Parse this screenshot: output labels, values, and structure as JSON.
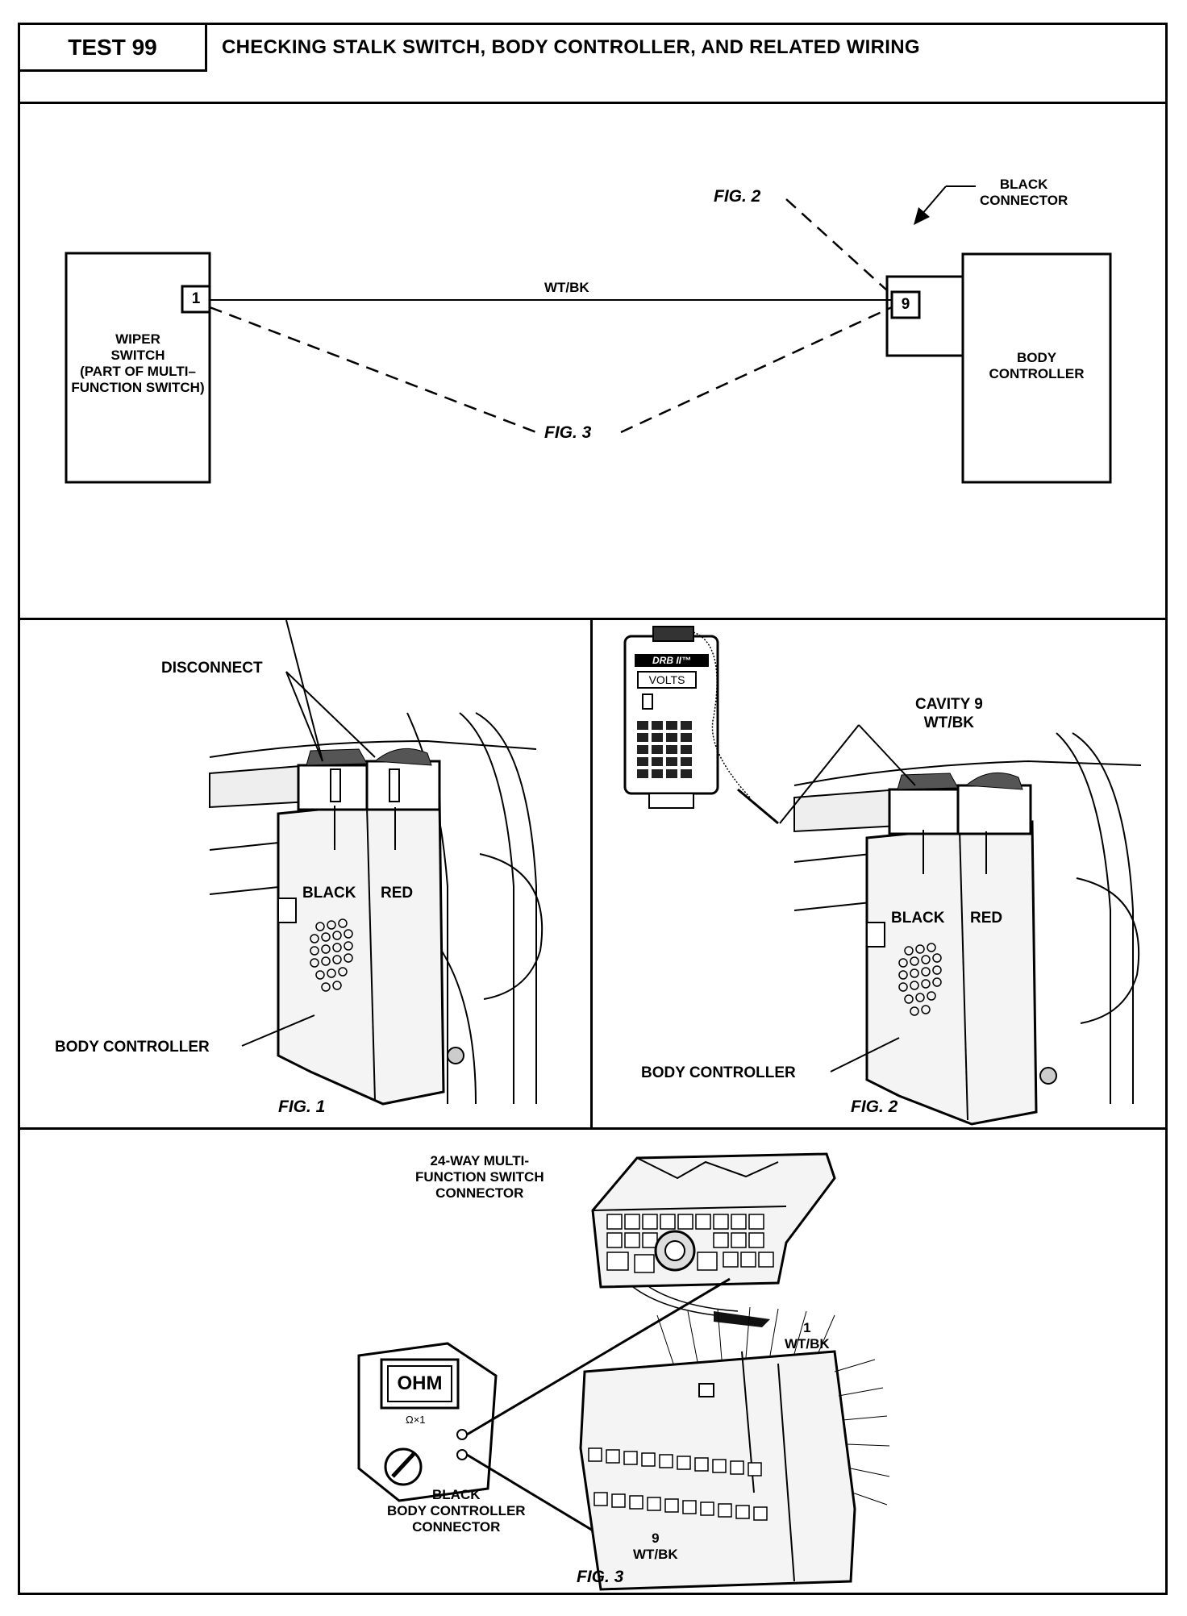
{
  "header": {
    "test_number": "TEST 99",
    "title": "CHECKING STALK SWITCH, BODY CONTROLLER, AND RELATED WIRING"
  },
  "schematic": {
    "wiper_switch_label": "WIPER\nSWITCH\n(PART OF MULTI–\nFUNCTION SWITCH)",
    "wiper_pin": "1",
    "wire_label": "WT/BK",
    "controller_pin": "9",
    "body_controller_label": "BODY\nCONTROLLER",
    "black_connector_label": "BLACK\nCONNECTOR",
    "fig2_ref": "FIG. 2",
    "fig3_ref": "FIG. 3"
  },
  "fig1": {
    "disconnect_label": "DISCONNECT",
    "black_label": "BLACK",
    "red_label": "RED",
    "body_controller_label": "BODY CONTROLLER",
    "caption": "FIG. 1"
  },
  "fig2": {
    "tester_label": "DRB II™",
    "volts_label": "VOLTS",
    "cavity_label": "CAVITY 9\nWT/BK",
    "black_label": "BLACK",
    "red_label": "RED",
    "body_controller_label": "BODY CONTROLLER",
    "caption": "FIG. 2"
  },
  "fig3": {
    "multi_connector_label": "24-WAY MULTI-\nFUNCTION SWITCH\nCONNECTOR",
    "ohm_display": "OHM",
    "range_label": "Ω×1",
    "pin1_label": "1\nWT/BK",
    "black_connector_label": "BLACK\nBODY CONTROLLER\nCONNECTOR",
    "pin9_label": "9\nWT/BK",
    "caption": "FIG. 3"
  }
}
